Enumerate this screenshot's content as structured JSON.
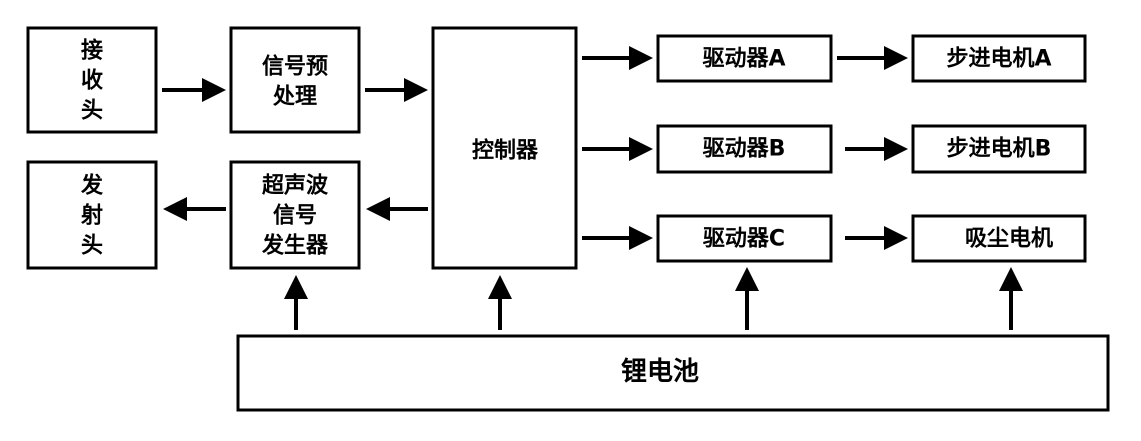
{
  "blocks": {
    "receiver": {
      "line1": "接",
      "line2": "收",
      "line3": "头"
    },
    "preprocess": {
      "line1": "信号预",
      "line2": "处理"
    },
    "controller": {
      "label": "控制器"
    },
    "transmitter": {
      "line1": "发",
      "line2": "射",
      "line3": "头"
    },
    "ultrasonic": {
      "line1": "超声波",
      "line2": "信号",
      "line3": "发生器"
    },
    "driver_a": {
      "label": "驱动器A"
    },
    "driver_b": {
      "label": "驱动器B"
    },
    "driver_c": {
      "label": "驱动器C"
    },
    "motor_a": {
      "label": "步进电机A"
    },
    "motor_b": {
      "label": "步进电机B"
    },
    "vacuum_motor": {
      "label": "吸尘电机"
    },
    "battery": {
      "label": "锂电池"
    }
  },
  "colors": {
    "stroke": "#000000",
    "background": "#ffffff"
  }
}
